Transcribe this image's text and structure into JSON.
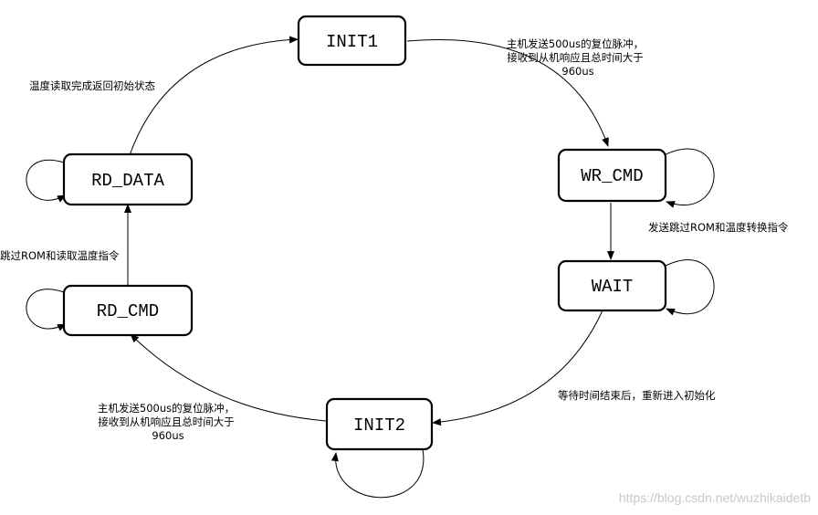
{
  "states": {
    "init1": "INIT1",
    "wr_cmd": "WR_CMD",
    "wait": "WAIT",
    "init2": "INIT2",
    "rd_cmd": "RD_CMD",
    "rd_data": "RD_DATA"
  },
  "transitions": {
    "init1_to_wrcmd": [
      "主机发送500us的复位脉冲，",
      "接收到从机响应且总时间大于",
      "960us"
    ],
    "wrcmd_to_wait": "发送跳过ROM和温度转换指令",
    "wait_to_init2": "等待时间结束后，重新进入初始化",
    "init2_to_rdcmd": [
      "主机发送500us的复位脉冲，",
      "接收到从机响应且总时间大于",
      "960us"
    ],
    "rdcmd_to_rddata": "跳过ROM和读取温度指令",
    "rddata_to_init1": "温度读取完成返回初始状态"
  },
  "watermark": "https://blog.csdn.net/wuzhikaidetb"
}
